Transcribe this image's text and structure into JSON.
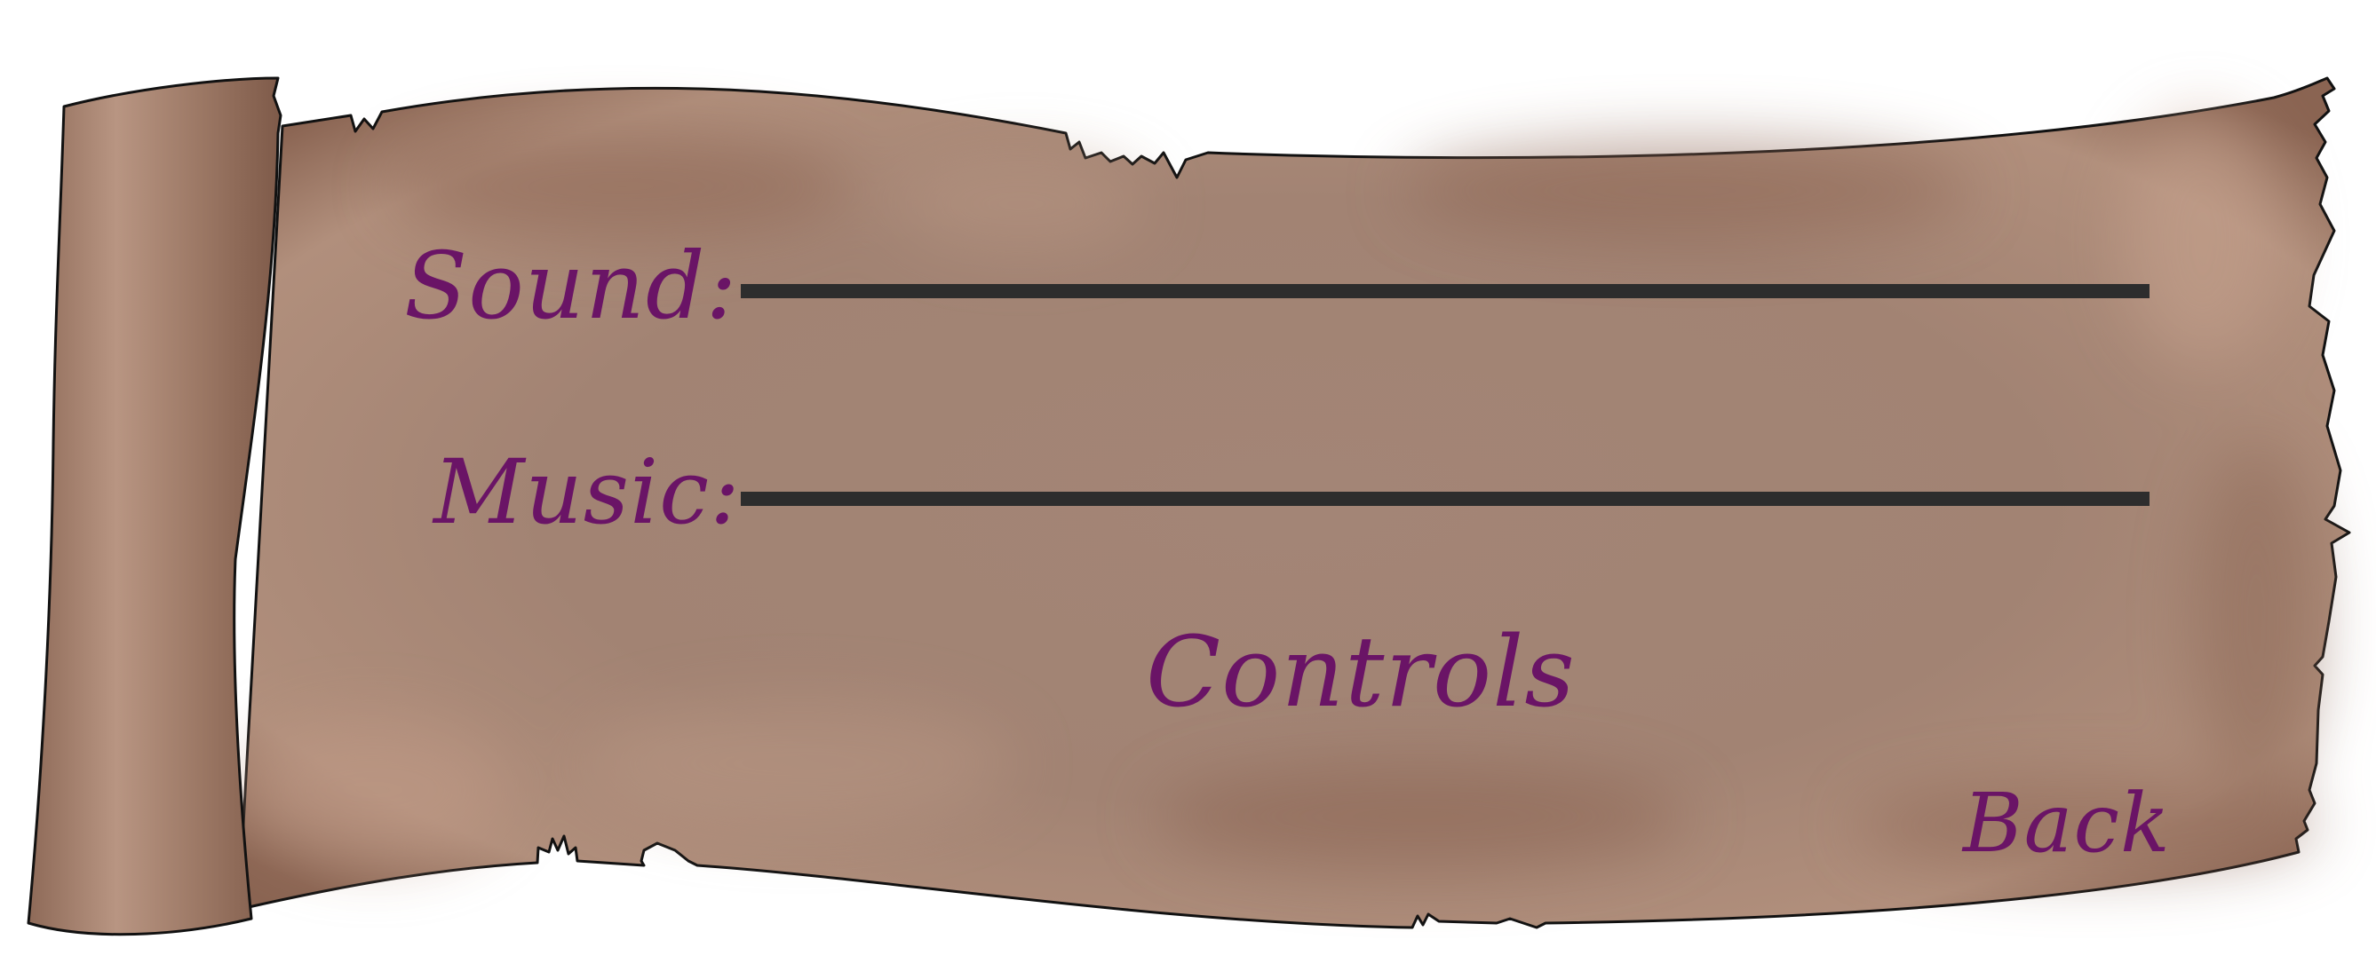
{
  "settings": {
    "sound_label": "Sound:",
    "music_label": "Music:",
    "controls_label": "Controls",
    "back_label": "Back",
    "sound_level": 1.0,
    "music_level": 1.0
  },
  "colors": {
    "text": "#6a1466",
    "parchment": "#a48676",
    "parchment_dark": "#8d6756",
    "parchment_light": "#c09a86",
    "slider": "#2d2d2d",
    "outline": "#111111",
    "background": "#ffffff"
  }
}
